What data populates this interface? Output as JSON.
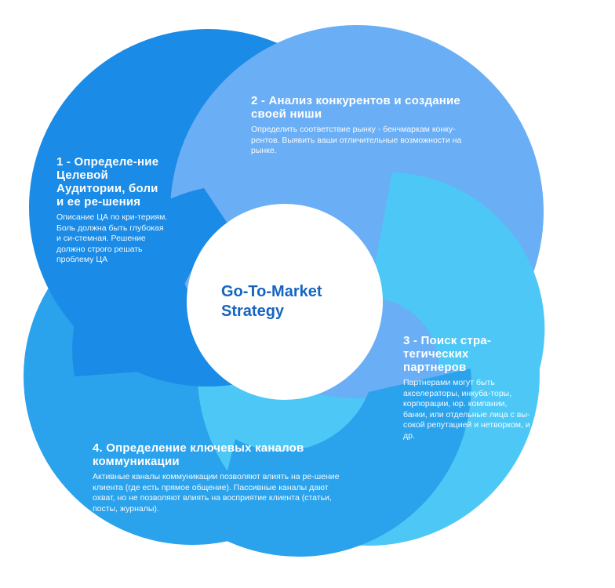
{
  "center": {
    "line1": "Go-To-Market",
    "line2": "Strategy"
  },
  "segments": [
    {
      "title": "1 - Определе-ние Целевой Аудитории, боли и ее ре-шения",
      "description": "Описание ЦА по кри-териям. Боль должна быть глубокая и си-стемная. Решение должно строго решать проблему ЦА"
    },
    {
      "title": "2 - Анализ конкурентов и создание своей ниши",
      "description": "Определить соответствие рынку - бенчмаркам конку-рентов. Выявить ваши отличительные возможности на рынке."
    },
    {
      "title": "3 - Поиск стра-тегических партнеров",
      "description": "Партнерами могут быть акселераторы, инкуба-торы, корпорации, юр. компании, банки, или отдельные лица с вы-сокой репутацией и нетворком, и др."
    },
    {
      "title": "4.  Определение ключевых каналов коммуникации",
      "description": "Активные каналы коммуникации позволяют влиять на ре-шение клиента (где есть прямое общение). Пассивные каналы дают охват, но не позволяют влиять на восприятие клиента (статьи, посты, журналы)."
    }
  ],
  "colors": {
    "segment_1": "#1a8be6",
    "segment_2": "#6aaef5",
    "segment_3": "#4dc8f6",
    "segment_4": "#2aa2ec",
    "center_text": "#1565c0",
    "background": "#ffffff"
  }
}
